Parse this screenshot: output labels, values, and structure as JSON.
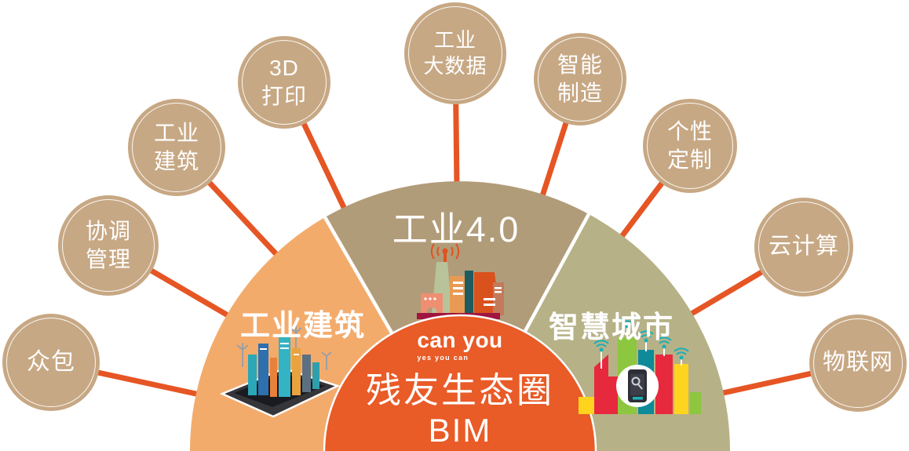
{
  "hub": {
    "brand": "can you",
    "brand_tagline": "yes you can",
    "line1": "残友生态圈",
    "line2": "BIM"
  },
  "sectors": [
    {
      "id": "industrial-architecture",
      "label": "工业建筑",
      "icon": "tablet-city-icon"
    },
    {
      "id": "industry-4-0",
      "label": "工业4.0",
      "icon": "factory-antenna-icon"
    },
    {
      "id": "smart-city",
      "label": "智慧城市",
      "icon": "smart-city-wifi-icon"
    }
  ],
  "satellites": [
    {
      "id": "crowdsourcing",
      "label": "众包"
    },
    {
      "id": "coordination-management",
      "label": "协调\n管理"
    },
    {
      "id": "industrial-building",
      "label": "工业\n建筑"
    },
    {
      "id": "3d-printing",
      "label": "3D\n打印"
    },
    {
      "id": "industrial-big-data",
      "label": "工业\n大数据"
    },
    {
      "id": "smart-manufacturing",
      "label": "智能\n制造"
    },
    {
      "id": "personal-customization",
      "label": "个性\n定制"
    },
    {
      "id": "cloud-computing",
      "label": "云计算"
    },
    {
      "id": "internet-of-things",
      "label": "物联网"
    }
  ],
  "colors": {
    "node": "#c7a884",
    "sector_left": "#f3ab6c",
    "sector_mid": "#b19c79",
    "sector_right": "#b7b187",
    "hub": "#e95b27",
    "connector": "#e65524"
  }
}
